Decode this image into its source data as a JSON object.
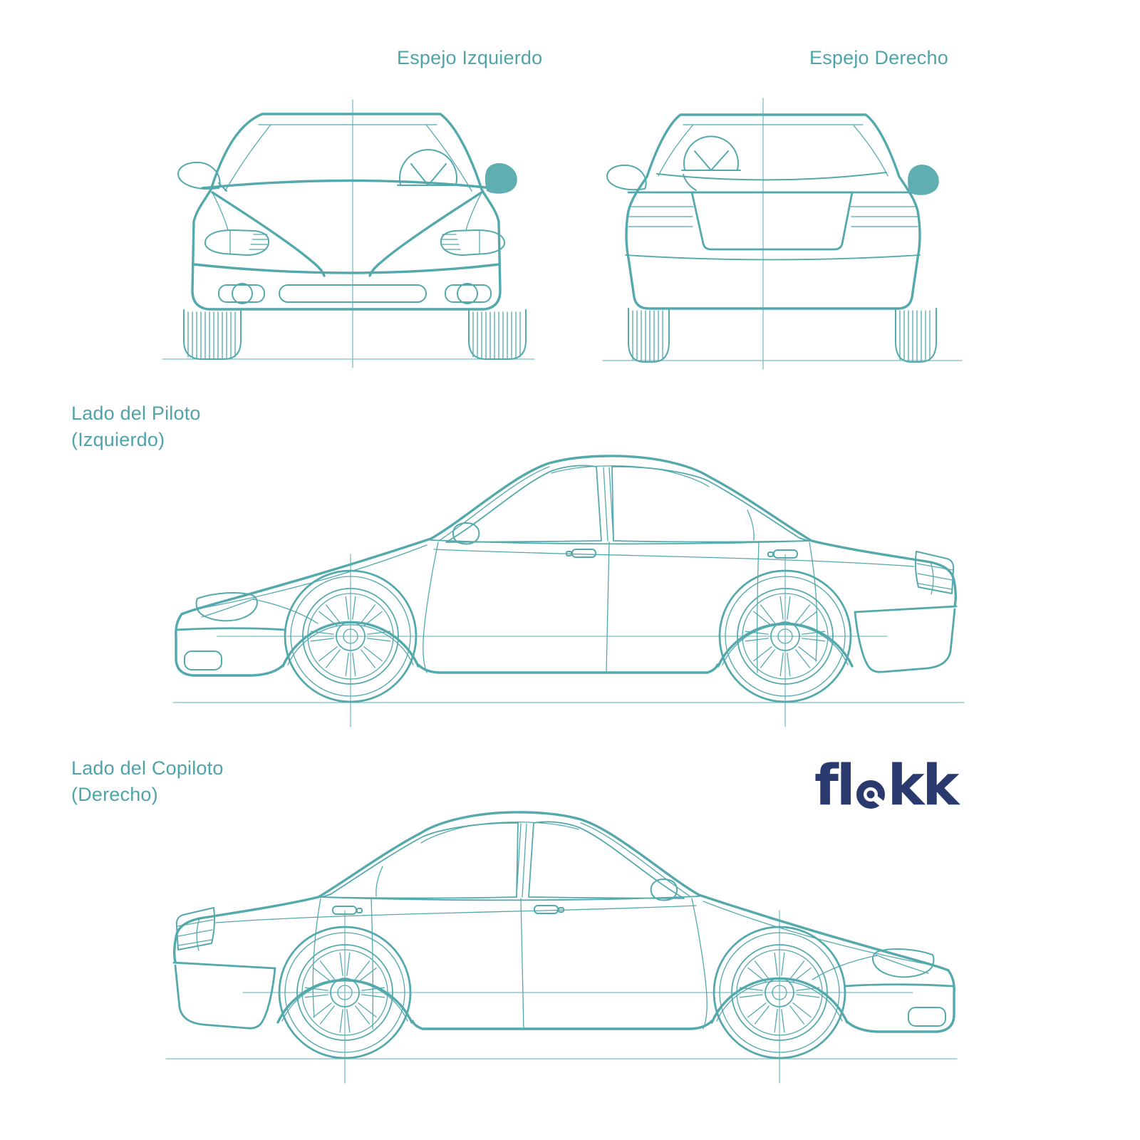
{
  "colors": {
    "line": "#54A9AD",
    "line_light": "#7CBEC1",
    "mirror_fill": "#5FAFB2",
    "label": "#4FA4A9",
    "logo": "#2A3A6E",
    "background": "#FFFFFF"
  },
  "labels": {
    "front_view": "Espejo Izquierdo",
    "rear_view": "Espejo Derecho",
    "pilot_side": {
      "line1": "Lado del Piloto",
      "line2": "(Izquierdo)"
    },
    "copilot_side": {
      "line1": "Lado del Copiloto",
      "line2": "(Derecho)"
    }
  },
  "logo": {
    "name": "flekk",
    "part1": "fl",
    "part2": "kk"
  },
  "highlights": {
    "front_view": "left-mirror-filled",
    "rear_view": "right-mirror-filled"
  }
}
